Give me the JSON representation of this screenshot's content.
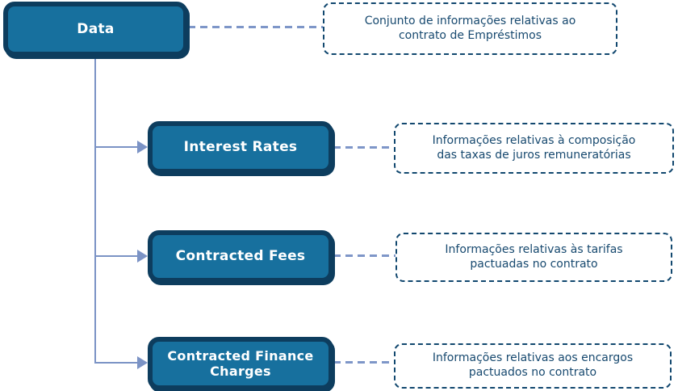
{
  "diagram": {
    "type": "hierarchy",
    "root": {
      "label": "Data",
      "note": {
        "text": "Conjunto de informações relativas ao contrato de Empréstimos",
        "lines": [
          "Conjunto de informações relativas ao",
          "contrato de Empréstimos"
        ]
      }
    },
    "children": [
      {
        "label": "Interest Rates",
        "note": {
          "text": "Informações relativas à composição das taxas de juros remuneratórias",
          "lines": [
            "Informações relativas à composição",
            "das taxas de juros remuneratórias"
          ]
        }
      },
      {
        "label": "Contracted Fees",
        "note": {
          "text": "Informações relativas às tarifas pactuadas no contrato",
          "lines": [
            "Informações relativas às tarifas",
            "pactuadas no contrato"
          ]
        }
      },
      {
        "label": "Contracted Finance Charges",
        "note": {
          "text": "Informações relativas aos encargos pactuados no contrato",
          "lines": [
            "Informações relativas aos encargos",
            "pactuados no contrato"
          ]
        }
      }
    ],
    "colors": {
      "node_fill": "#17709e",
      "node_border": "#0d3d5e",
      "node_text": "#ffffff",
      "note_border": "#12486f",
      "note_text": "#17496f",
      "connector": "#7b93c5",
      "background": "#ffffff"
    }
  }
}
